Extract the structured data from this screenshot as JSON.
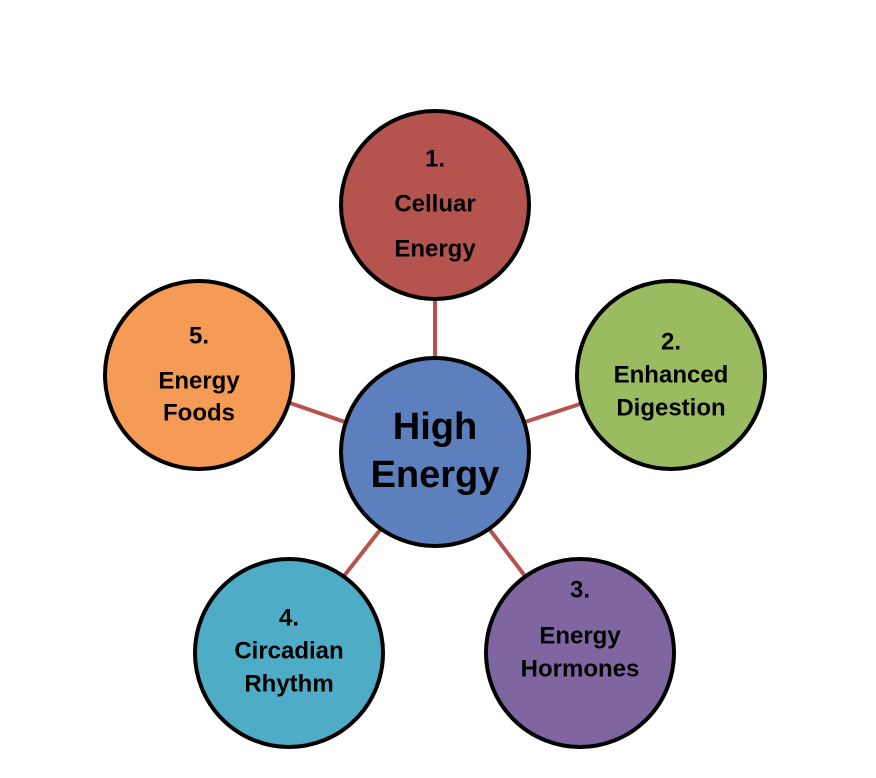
{
  "diagram": {
    "hub": {
      "lines": [
        "High",
        "Energy"
      ],
      "fill": "#5b80bd"
    },
    "nodes": [
      {
        "number": "1.",
        "lines": [
          "Celluar",
          "Energy"
        ],
        "fill": "#b5544f"
      },
      {
        "number": "2.",
        "lines": [
          "Enhanced",
          "Digestion"
        ],
        "fill": "#9bbb61"
      },
      {
        "number": "3.",
        "lines": [
          "Energy",
          "Hormones"
        ],
        "fill": "#7f66a1"
      },
      {
        "number": "4.",
        "lines": [
          "Circadian",
          "Rhythm"
        ],
        "fill": "#4facc6"
      },
      {
        "number": "5.",
        "lines": [
          "Energy",
          "Foods"
        ],
        "fill": "#f59b56"
      }
    ],
    "connector_color": "#b7524e"
  }
}
